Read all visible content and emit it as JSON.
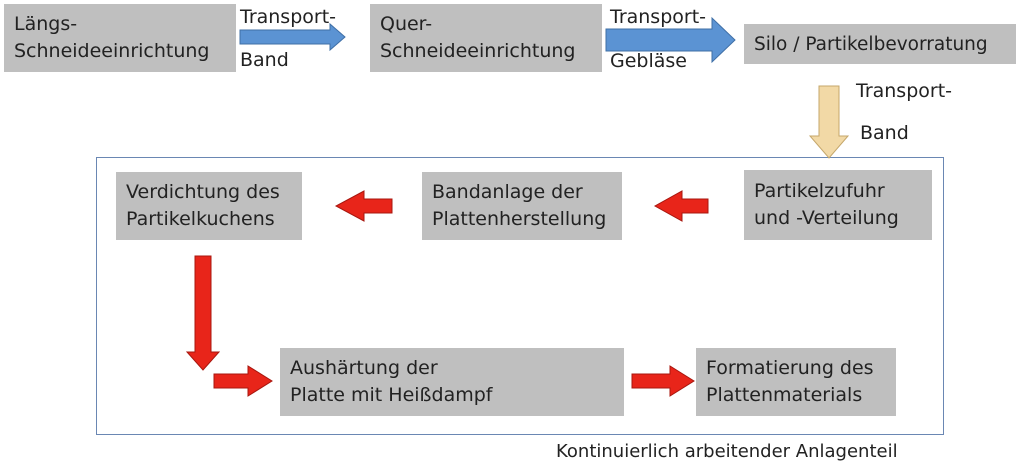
{
  "top_row": {
    "laengs": [
      "Längs-",
      "Schneideeinrichtung"
    ],
    "quer": [
      "Quer-",
      "Schneideeinrichtung"
    ],
    "silo": [
      "Silo / Partikelbevorratung"
    ]
  },
  "connector_labels": {
    "band_1": [
      "Transport-",
      "Band"
    ],
    "geblaese": [
      "Transport-",
      "Gebläse"
    ],
    "band_2": [
      "Transport-",
      "Band"
    ]
  },
  "process": {
    "zufuhr": [
      "Partikelzufuhr",
      "und -Verteilung"
    ],
    "bandanlage": [
      "Bandanlage der",
      "Plattenherstellung"
    ],
    "verdichtung": [
      "Verdichtung des",
      "Partikelkuchens"
    ],
    "aushaertung": [
      "Aushärtung der",
      "Platte mit Heißdampf"
    ],
    "formatierung": [
      "Formatierung des",
      "Plattenmaterials"
    ]
  },
  "frame_caption": "Kontinuierlich arbeitender Anlagenteil",
  "colors": {
    "box_fill": "#bfbfbf",
    "blue_arrow": "#5b93d3",
    "red_arrow": "#e8251a",
    "tan_arrow": "#f2d9a6",
    "frame_border": "#6a87b3"
  }
}
